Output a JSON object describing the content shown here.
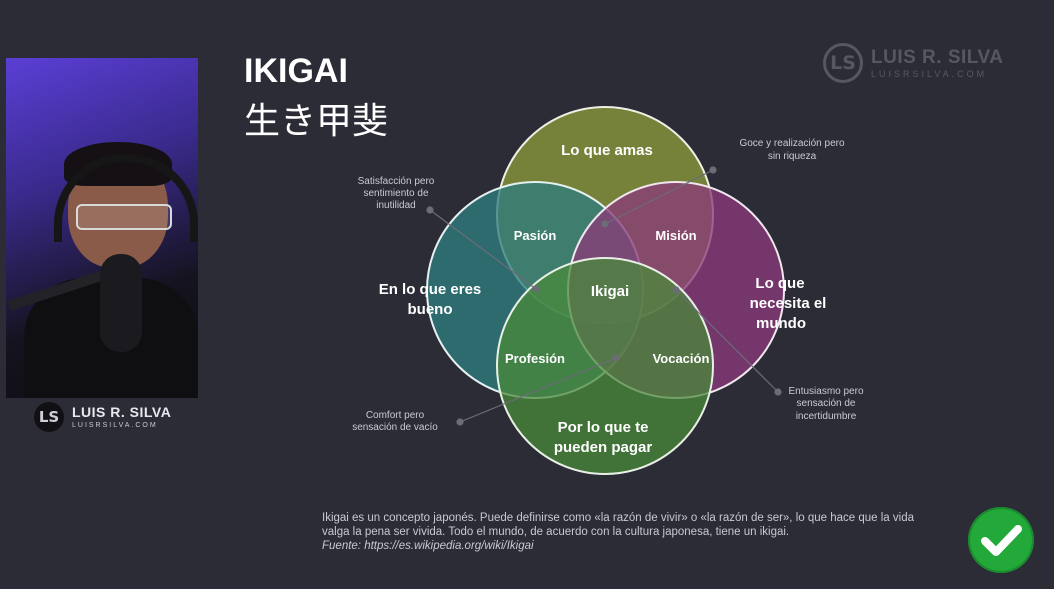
{
  "slide": {
    "title": "IKIGAI",
    "title_jp": "生き甲斐"
  },
  "brand": {
    "name": "LUIS R. SILVA",
    "url": "LUISRSILVA.COM",
    "monogram": "LS"
  },
  "diagram": {
    "circles": {
      "top": "Lo que amas",
      "left_line1": "En lo que eres",
      "left_line2": "bueno",
      "right_line1": "Lo que",
      "right_line2": "necesita el",
      "right_line3": "mundo",
      "bottom_line1": "Por lo que te",
      "bottom_line2": "pueden pagar"
    },
    "intersections": {
      "passion": "Pasión",
      "mission": "Misión",
      "profession": "Profesión",
      "vocation": "Vocación",
      "center": "Ikigai"
    },
    "annotations": {
      "satisfaction": [
        "Satisfacción pero",
        "sentimiento de",
        "inutilidad"
      ],
      "delight": [
        "Goce y realización pero",
        "sin riqueza"
      ],
      "comfort": [
        "Comfort pero",
        "sensación de vacío"
      ],
      "excitement": [
        "Entusiasmo pero",
        "sensación de",
        "incertidumbre"
      ]
    }
  },
  "caption": {
    "line1": "Ikigai es un concepto japonés. Puede definirse como «la razón de vivir» o «la razón de ser», lo que hace que la vida",
    "line2": "valga la pena ser vivida. Todo el mundo, de acuerdo con la cultura japonesa, tiene un ikigai.",
    "source": "Fuente: https://es.wikipedia.org/wiki/Ikigai"
  },
  "colors": {
    "background": "#2b2c36",
    "love": "#7d8a3b",
    "good": "#2f7d7f",
    "world": "#8a3b7a",
    "paid": "#4a8a3a",
    "check": "#23a83a"
  },
  "icons": [
    "webcam-person",
    "brand-logo",
    "checkmark-icon"
  ]
}
